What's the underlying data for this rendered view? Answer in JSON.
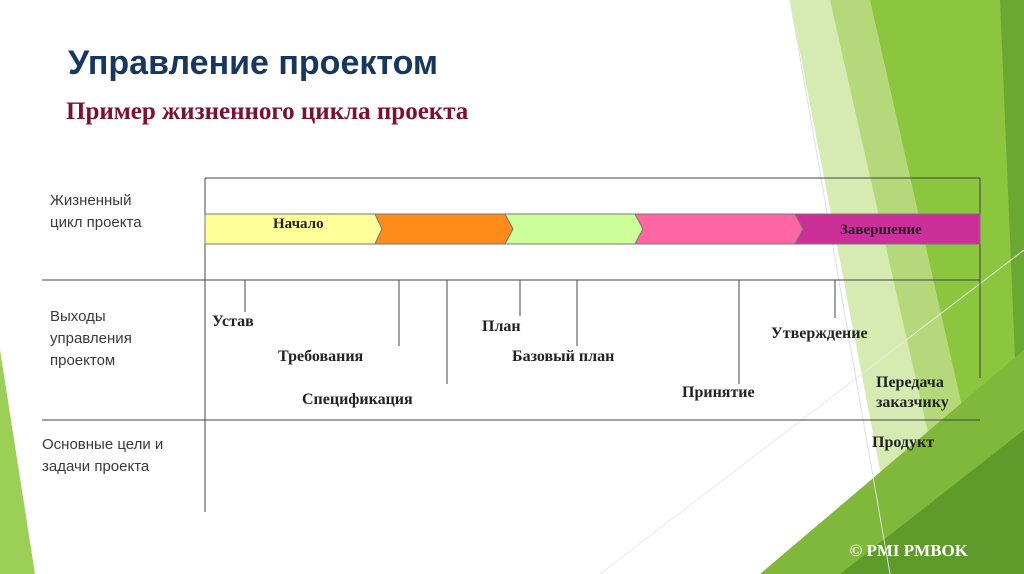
{
  "title": "Управление проектом",
  "subtitle": "Пример жизненного цикла проекта",
  "rows": {
    "lifecycle": [
      "Жизненный",
      "цикл проекта"
    ],
    "outputs": [
      "Выходы",
      "управления",
      "проектом"
    ],
    "goals": [
      "Основные цели и",
      "задачи проекта"
    ]
  },
  "phases": [
    {
      "label": "Начало",
      "color": "#ffff99"
    },
    {
      "label": "",
      "color": "#ff8c1a"
    },
    {
      "label": "",
      "color": "#ccff99"
    },
    {
      "label": "",
      "color": "#ff66a3"
    },
    {
      "label": "Завершение",
      "color": "#cc2e9a"
    }
  ],
  "outputs": {
    "charter": "Устав",
    "requirements": "Требования",
    "specification": "Спецификация",
    "plan": "План",
    "baseline": "Базовый план",
    "acceptance": "Принятие",
    "approval": "Утверждение",
    "handover_1": "Передача",
    "handover_2": "заказчику",
    "product": "Продукт"
  },
  "copyright": "© PMI PMBOK",
  "colors": {
    "title": "#17375e",
    "subtitle": "#7b1030",
    "green_dark": "#5e9b2b",
    "green_mid": "#8cc63f",
    "green_light": "#c6e29a"
  }
}
